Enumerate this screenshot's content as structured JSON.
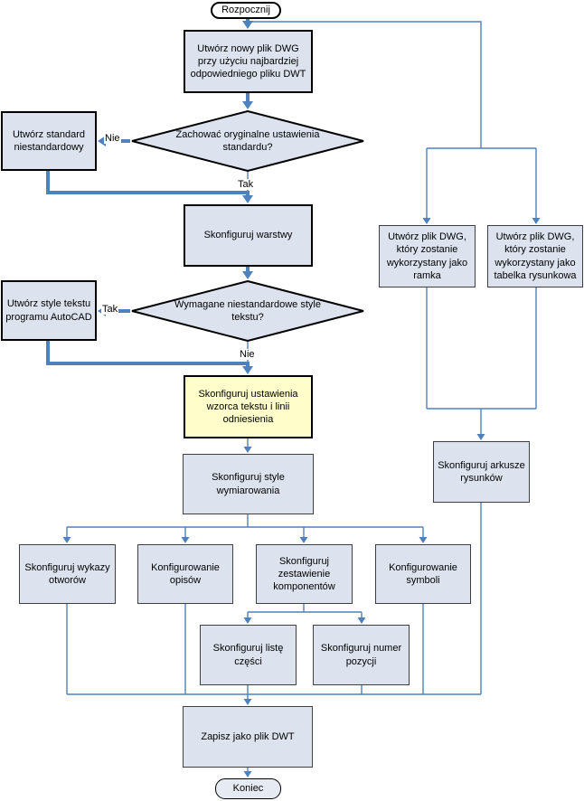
{
  "nodes": {
    "start": {
      "label": "Rozpocznij"
    },
    "create_dwg": {
      "label": "Utwórz nowy plik DWG przy użyciu najbardziej odpowiedniego pliku DWT"
    },
    "keep_standard_q": {
      "label": "Zachować oryginalne ustawienia standardu?"
    },
    "custom_standard": {
      "label": "Utwórz standard niestandardowy"
    },
    "layers": {
      "label": "Skonfiguruj warstwy"
    },
    "custom_text_q": {
      "label": "Wymagane niestandardowe style tekstu?"
    },
    "autocad_text_styles": {
      "label": "Utwórz style tekstu programu AutoCAD"
    },
    "text_pattern": {
      "label": "Skonfiguruj ustawienia wzorca tekstu i linii odniesienia"
    },
    "dim_styles": {
      "label": "Skonfiguruj style wymiarowania"
    },
    "hole_tables": {
      "label": "Skonfiguruj wykazy otworów"
    },
    "annotations": {
      "label": "Konfigurowanie opisów"
    },
    "component_list": {
      "label": "Skonfiguruj zestawienie komponentów"
    },
    "symbols": {
      "label": "Konfigurowanie symboli"
    },
    "parts_list": {
      "label": "Skonfiguruj listę części"
    },
    "item_number": {
      "label": "Skonfiguruj numer pozycji"
    },
    "save_dwt": {
      "label": "Zapisz jako plik DWT"
    },
    "end": {
      "label": "Koniec"
    },
    "frame_dwg": {
      "label": "Utwórz plik DWG, który zostanie wykorzystany jako ramka"
    },
    "title_block_dwg": {
      "label": "Utwórz plik DWG, który zostanie wykorzystany jako tabelka rysunkowa"
    },
    "drawing_sheets": {
      "label": "Skonfiguruj arkusze rysunków"
    }
  },
  "edge_labels": {
    "no1": "Nie",
    "yes1": "Tak",
    "yes2": "Tak",
    "no2": "Nie"
  },
  "colors": {
    "connector": "#4f81bd",
    "node_fill": "#dce3ee",
    "highlight_fill": "#ffffcc",
    "terminator_start_fill": "#ffffff",
    "terminator_end_fill": "#e6eaf3",
    "border": "#000000"
  }
}
